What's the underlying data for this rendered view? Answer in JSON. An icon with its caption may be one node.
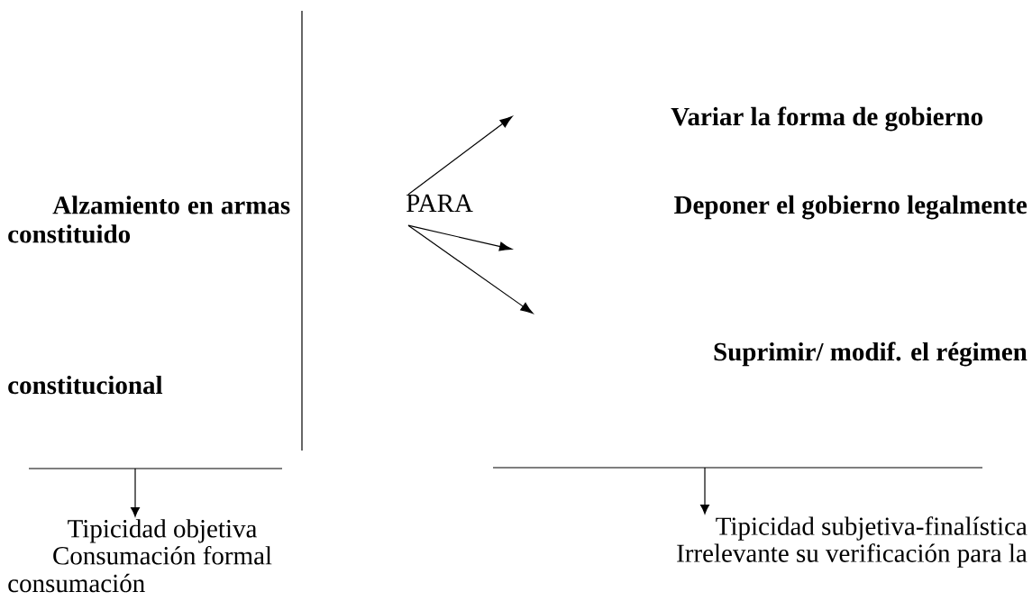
{
  "diagram": {
    "nodes": [
      {
        "text": [
          "PARA"
        ]
      },
      {
        "text": [
          "Tipicidad objetiva",
          "Consumación formal"
        ]
      },
      {
        "text": [
          "Tipicidad subjetiva-finalística",
          "Irrelevante su verificación para la"
        ]
      }
    ],
    "edges": [
      {
        "from": 0,
        "to": null,
        "arrow": "to"
      },
      {
        "from": 0,
        "to": null,
        "arrow": "to"
      },
      {
        "from": 0,
        "to": null,
        "arrow": "to"
      },
      {
        "from": null,
        "to": 1,
        "arrow": "to"
      },
      {
        "from": null,
        "to": 2,
        "arrow": "to"
      }
    ],
    "labels": [
      "Variar la forma de gobierno",
      "Alzamiento en armas constituido",
      "Deponer el gobierno legalmente",
      "Suprimir/ modif. el régimen",
      "constitucional",
      "consumación"
    ]
  }
}
